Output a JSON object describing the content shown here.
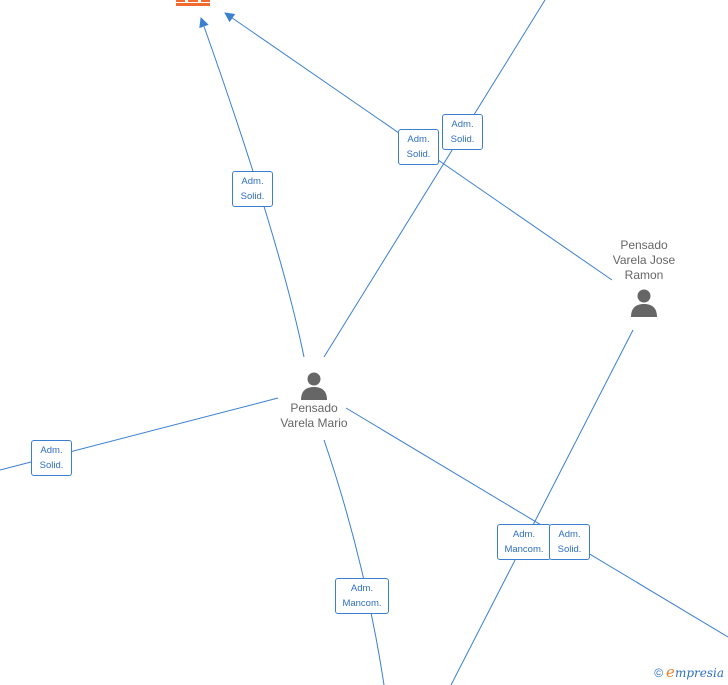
{
  "people": [
    {
      "id": "mario",
      "name_lines": [
        "Pensado",
        "Varela Mario"
      ]
    },
    {
      "id": "jose",
      "name_lines": [
        "Pensado",
        "Varela Jose",
        "Ramon"
      ]
    }
  ],
  "badges": [
    {
      "id": "b1",
      "lines": [
        "Adm.",
        "Solid."
      ]
    },
    {
      "id": "b2",
      "lines": [
        "Adm.",
        "Solid."
      ]
    },
    {
      "id": "b3",
      "lines": [
        "Adm.",
        "Solid."
      ]
    },
    {
      "id": "b4",
      "lines": [
        "Adm.",
        "Solid."
      ]
    },
    {
      "id": "b5",
      "lines": [
        "Adm.",
        "Mancom."
      ]
    },
    {
      "id": "b6",
      "lines": [
        "Adm.",
        "Solid."
      ]
    },
    {
      "id": "b7",
      "lines": [
        "Adm.",
        "Mancom."
      ]
    }
  ],
  "colors": {
    "edge": "#3a7fd0",
    "badge_text": "#2f6fc0",
    "person_icon": "#666666",
    "company_icon": "#f26a2e"
  },
  "footer": {
    "symbol": "©",
    "brand_initial": "e",
    "brand_rest": "mpresia"
  }
}
